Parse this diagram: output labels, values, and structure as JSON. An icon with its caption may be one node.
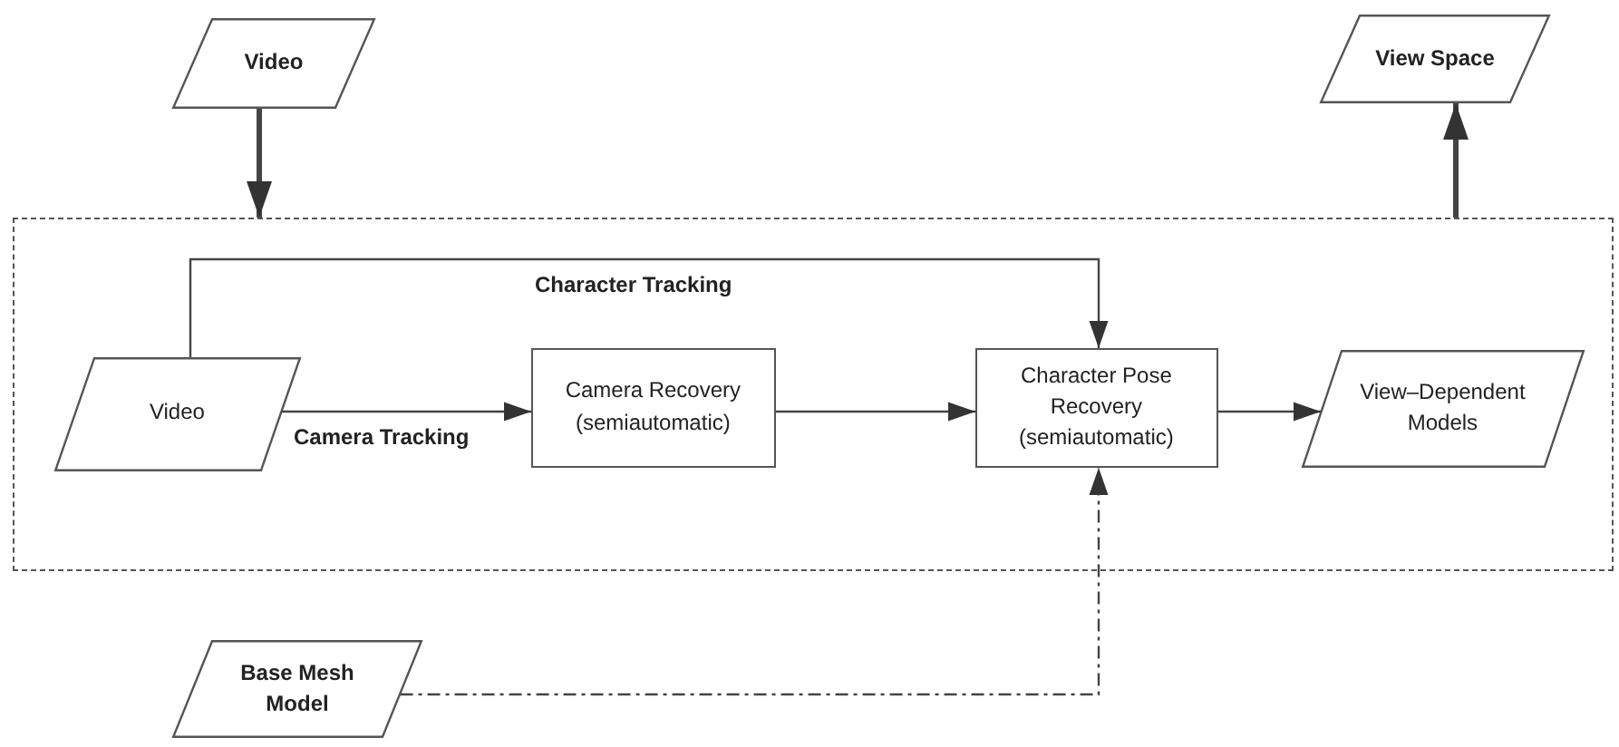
{
  "diagram": {
    "nodes": [
      {
        "text": [
          "Video"
        ]
      },
      {
        "text": [
          "View Space"
        ]
      },
      {
        "text": [],
        "shape": "box"
      },
      {
        "text": [
          "Video"
        ],
        "in": 2
      },
      {
        "text": [
          "Camera Recovery (semiautomatic)"
        ],
        "in": 2
      },
      {
        "text": [
          "Character Pose Recovery (semiautomatic)"
        ],
        "in": 2
      },
      {
        "text": [
          "View–Dependent Models"
        ],
        "in": 2
      },
      {
        "text": [
          "Base Mesh Model"
        ]
      }
    ],
    "edges": [
      {
        "from": 0,
        "to": 2,
        "arrow": "to",
        "style": "thick"
      },
      {
        "from": 2,
        "to": 1,
        "arrow": "to",
        "style": "thick"
      },
      {
        "from": 3,
        "to": 5,
        "arrow": "to",
        "label": "Character Tracking"
      },
      {
        "from": 3,
        "to": 4,
        "arrow": "to",
        "label": "Camera Tracking"
      },
      {
        "from": 4,
        "to": 5,
        "arrow": "to"
      },
      {
        "from": 5,
        "to": 6,
        "arrow": "to"
      },
      {
        "from": 7,
        "to": 5,
        "arrow": "to",
        "style": "dashed"
      }
    ]
  }
}
